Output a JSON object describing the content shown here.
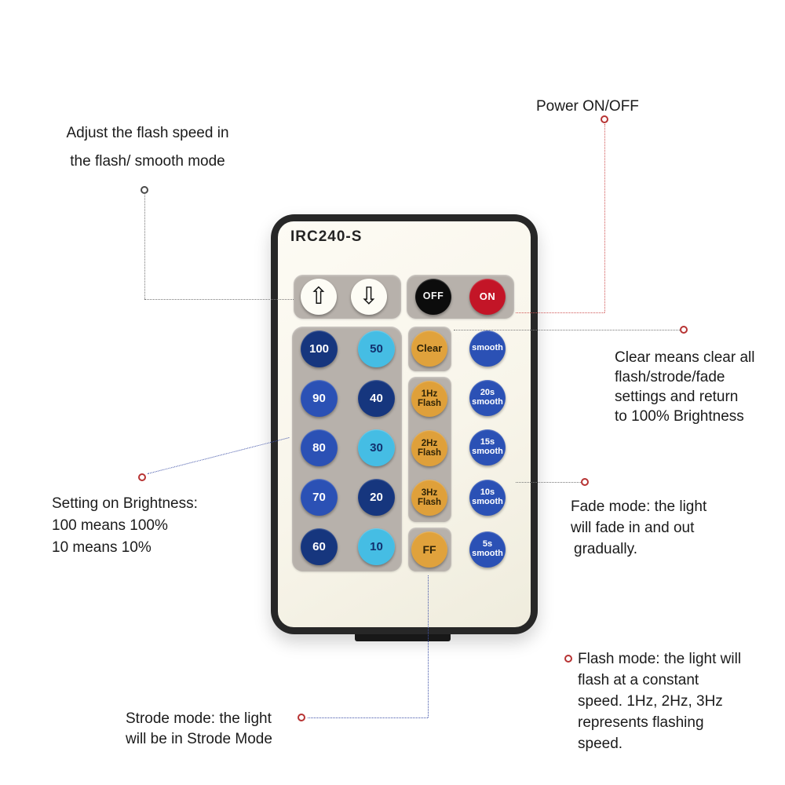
{
  "colors": {
    "navy": "#16367e",
    "royal_blue": "#2b51b5",
    "cyan": "#45bde4",
    "orange": "#e0a23c",
    "power_red": "#c31527",
    "power_black": "#0c0c0c",
    "panel_gray": "#b7b1ab",
    "remote_face": "#fbf8ee",
    "remote_frame": "#272727",
    "annotation_red": "#b73333"
  },
  "remote": {
    "model": "IRC240-S",
    "up_icon": "⇧",
    "down_icon": "⇩",
    "off": "OFF",
    "on": "ON",
    "brightness": [
      [
        "100",
        "50"
      ],
      [
        "90",
        "40"
      ],
      [
        "80",
        "30"
      ],
      [
        "70",
        "20"
      ],
      [
        "60",
        "10"
      ]
    ],
    "middle": [
      "Clear",
      "1Hz\nFlash",
      "2Hz\nFlash",
      "3Hz\nFlash",
      "FF"
    ],
    "fade": [
      "smooth",
      "20s\nsmooth",
      "15s\nsmooth",
      "10s\nsmooth",
      "5s\nsmooth"
    ]
  },
  "annotations": {
    "flash_speed": {
      "lines": [
        "Adjust the flash speed in",
        "the flash/ smooth mode"
      ]
    },
    "power": {
      "text": "Power ON/OFF"
    },
    "clear": {
      "lines": [
        "Clear means clear all",
        "flash/strode/fade",
        "settings and return",
        "to 100% Brightness"
      ]
    },
    "brightness": {
      "lines": [
        "Setting on Brightness:",
        "100 means 100%",
        "10  means 10%"
      ]
    },
    "fade": {
      "lines": [
        "Fade mode: the light",
        "will fade in and out",
        "gradually."
      ]
    },
    "strode": {
      "lines": [
        "Strode mode: the light",
        "will be in Strode Mode"
      ]
    },
    "flash_mode": {
      "lines": [
        "Flash mode: the light will",
        "flash at a constant",
        "speed. 1Hz, 2Hz, 3Hz",
        "represents flashing",
        "speed."
      ]
    }
  }
}
